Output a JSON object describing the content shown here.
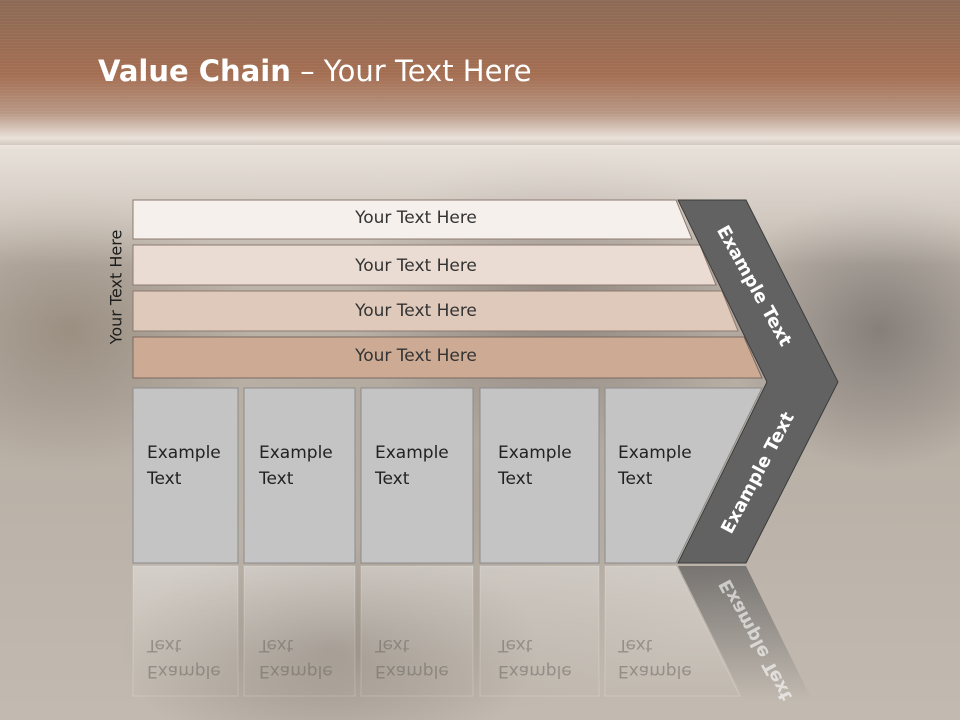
{
  "title": {
    "bold": "Value Chain",
    "rest": " – Your Text Here"
  },
  "side_label": "Your Text Here",
  "bars": [
    {
      "label": "Your Text Here",
      "fill": "#f6f0ec"
    },
    {
      "label": "Your Text Here",
      "fill": "#eadcd2"
    },
    {
      "label": "Your Text Here",
      "fill": "#dfc9bb"
    },
    {
      "label": "Your Text Here",
      "fill": "#ccaa93"
    }
  ],
  "boxes": [
    {
      "line1": "Example",
      "line2": "Text"
    },
    {
      "line1": "Example",
      "line2": "Text"
    },
    {
      "line1": "Example",
      "line2": "Text"
    },
    {
      "line1": "Example",
      "line2": "Text"
    },
    {
      "line1": "Example",
      "line2": "Text"
    }
  ],
  "chevron": {
    "top_label": "Example Text",
    "bottom_label": "Example Text",
    "fill": "#626262"
  },
  "colors": {
    "header": "#a46e52",
    "box_fill": "#c4c4c4",
    "box_stroke": "#8c8c8c"
  }
}
